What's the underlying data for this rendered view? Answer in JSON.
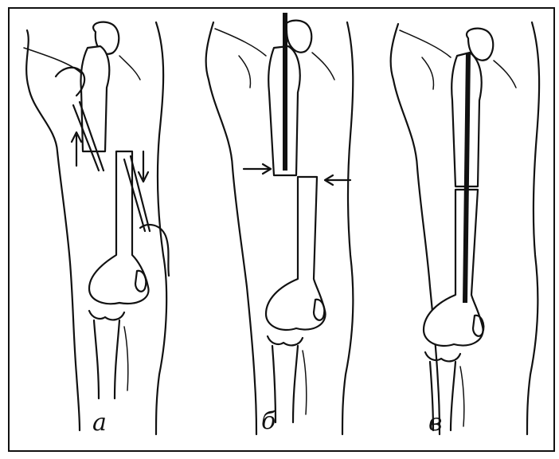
{
  "panels": [
    {
      "id": "a",
      "label": "а"
    },
    {
      "id": "b",
      "label": "б"
    },
    {
      "id": "v",
      "label": "в"
    }
  ],
  "colors": {
    "ink": "#111111",
    "paper": "#ffffff"
  }
}
